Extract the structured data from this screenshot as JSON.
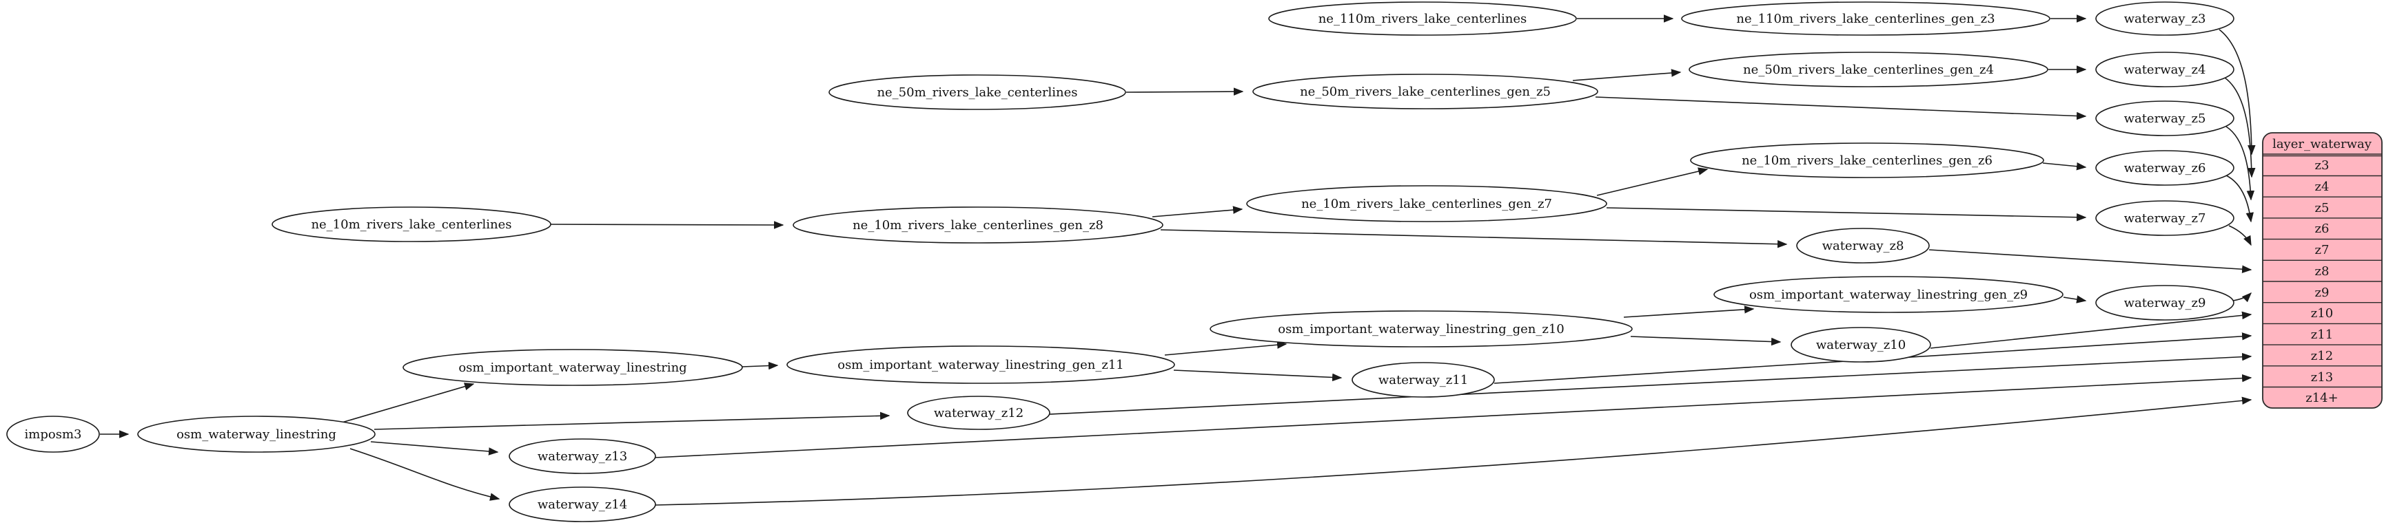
{
  "diagram": {
    "type": "graphviz-dependency-graph",
    "direction": "left-to-right",
    "colors": {
      "background": "#ffffff",
      "node_fill": "#ffffff",
      "node_stroke": "#1a1a1a",
      "edge": "#1a1a1a",
      "record_fill": "#ffb6c1",
      "record_stroke": "#2a2a2a",
      "text": "#111111"
    },
    "nodes": [
      {
        "id": "imposm3",
        "label": "imposm3"
      },
      {
        "id": "osm_waterway_linestring",
        "label": "osm_waterway_linestring"
      },
      {
        "id": "osm_important_waterway_linestring",
        "label": "osm_important_waterway_linestring"
      },
      {
        "id": "osm_important_waterway_linestring_gen_z11",
        "label": "osm_important_waterway_linestring_gen_z11"
      },
      {
        "id": "osm_important_waterway_linestring_gen_z10",
        "label": "osm_important_waterway_linestring_gen_z10"
      },
      {
        "id": "osm_important_waterway_linestring_gen_z9",
        "label": "osm_important_waterway_linestring_gen_z9"
      },
      {
        "id": "ne_110m_rivers_lake_centerlines",
        "label": "ne_110m_rivers_lake_centerlines"
      },
      {
        "id": "ne_110m_rivers_lake_centerlines_gen_z3",
        "label": "ne_110m_rivers_lake_centerlines_gen_z3"
      },
      {
        "id": "ne_50m_rivers_lake_centerlines",
        "label": "ne_50m_rivers_lake_centerlines"
      },
      {
        "id": "ne_50m_rivers_lake_centerlines_gen_z5",
        "label": "ne_50m_rivers_lake_centerlines_gen_z5"
      },
      {
        "id": "ne_50m_rivers_lake_centerlines_gen_z4",
        "label": "ne_50m_rivers_lake_centerlines_gen_z4"
      },
      {
        "id": "ne_10m_rivers_lake_centerlines",
        "label": "ne_10m_rivers_lake_centerlines"
      },
      {
        "id": "ne_10m_rivers_lake_centerlines_gen_z8",
        "label": "ne_10m_rivers_lake_centerlines_gen_z8"
      },
      {
        "id": "ne_10m_rivers_lake_centerlines_gen_z7",
        "label": "ne_10m_rivers_lake_centerlines_gen_z7"
      },
      {
        "id": "ne_10m_rivers_lake_centerlines_gen_z6",
        "label": "ne_10m_rivers_lake_centerlines_gen_z6"
      },
      {
        "id": "waterway_z3",
        "label": "waterway_z3"
      },
      {
        "id": "waterway_z4",
        "label": "waterway_z4"
      },
      {
        "id": "waterway_z5",
        "label": "waterway_z5"
      },
      {
        "id": "waterway_z6",
        "label": "waterway_z6"
      },
      {
        "id": "waterway_z7",
        "label": "waterway_z7"
      },
      {
        "id": "waterway_z8",
        "label": "waterway_z8"
      },
      {
        "id": "waterway_z9",
        "label": "waterway_z9"
      },
      {
        "id": "waterway_z10",
        "label": "waterway_z10"
      },
      {
        "id": "waterway_z11",
        "label": "waterway_z11"
      },
      {
        "id": "waterway_z12",
        "label": "waterway_z12"
      },
      {
        "id": "waterway_z13",
        "label": "waterway_z13"
      },
      {
        "id": "waterway_z14",
        "label": "waterway_z14"
      }
    ],
    "record": {
      "title": "layer_waterway",
      "rows": [
        "z3",
        "z4",
        "z5",
        "z6",
        "z7",
        "z8",
        "z9",
        "z10",
        "z11",
        "z12",
        "z13",
        "z14+"
      ]
    },
    "edges": [
      {
        "from": "imposm3",
        "to": "osm_waterway_linestring"
      },
      {
        "from": "osm_waterway_linestring",
        "to": "osm_important_waterway_linestring"
      },
      {
        "from": "osm_waterway_linestring",
        "to": "waterway_z12"
      },
      {
        "from": "osm_waterway_linestring",
        "to": "waterway_z13"
      },
      {
        "from": "osm_waterway_linestring",
        "to": "waterway_z14"
      },
      {
        "from": "osm_important_waterway_linestring",
        "to": "osm_important_waterway_linestring_gen_z11"
      },
      {
        "from": "osm_important_waterway_linestring_gen_z11",
        "to": "osm_important_waterway_linestring_gen_z10"
      },
      {
        "from": "osm_important_waterway_linestring_gen_z11",
        "to": "waterway_z11"
      },
      {
        "from": "osm_important_waterway_linestring_gen_z10",
        "to": "osm_important_waterway_linestring_gen_z9"
      },
      {
        "from": "osm_important_waterway_linestring_gen_z10",
        "to": "waterway_z10"
      },
      {
        "from": "osm_important_waterway_linestring_gen_z9",
        "to": "waterway_z9"
      },
      {
        "from": "ne_110m_rivers_lake_centerlines",
        "to": "ne_110m_rivers_lake_centerlines_gen_z3"
      },
      {
        "from": "ne_110m_rivers_lake_centerlines_gen_z3",
        "to": "waterway_z3"
      },
      {
        "from": "ne_50m_rivers_lake_centerlines",
        "to": "ne_50m_rivers_lake_centerlines_gen_z5"
      },
      {
        "from": "ne_50m_rivers_lake_centerlines_gen_z5",
        "to": "ne_50m_rivers_lake_centerlines_gen_z4"
      },
      {
        "from": "ne_50m_rivers_lake_centerlines_gen_z5",
        "to": "waterway_z5"
      },
      {
        "from": "ne_50m_rivers_lake_centerlines_gen_z4",
        "to": "waterway_z4"
      },
      {
        "from": "ne_10m_rivers_lake_centerlines",
        "to": "ne_10m_rivers_lake_centerlines_gen_z8"
      },
      {
        "from": "ne_10m_rivers_lake_centerlines_gen_z8",
        "to": "ne_10m_rivers_lake_centerlines_gen_z7"
      },
      {
        "from": "ne_10m_rivers_lake_centerlines_gen_z8",
        "to": "waterway_z8"
      },
      {
        "from": "ne_10m_rivers_lake_centerlines_gen_z7",
        "to": "ne_10m_rivers_lake_centerlines_gen_z6"
      },
      {
        "from": "ne_10m_rivers_lake_centerlines_gen_z7",
        "to": "waterway_z7"
      },
      {
        "from": "ne_10m_rivers_lake_centerlines_gen_z6",
        "to": "waterway_z6"
      },
      {
        "from": "waterway_z3",
        "to": "layer_waterway",
        "to_port": "z3"
      },
      {
        "from": "waterway_z4",
        "to": "layer_waterway",
        "to_port": "z4"
      },
      {
        "from": "waterway_z5",
        "to": "layer_waterway",
        "to_port": "z5"
      },
      {
        "from": "waterway_z6",
        "to": "layer_waterway",
        "to_port": "z6"
      },
      {
        "from": "waterway_z7",
        "to": "layer_waterway",
        "to_port": "z7"
      },
      {
        "from": "waterway_z8",
        "to": "layer_waterway",
        "to_port": "z8"
      },
      {
        "from": "waterway_z9",
        "to": "layer_waterway",
        "to_port": "z9"
      },
      {
        "from": "waterway_z10",
        "to": "layer_waterway",
        "to_port": "z10"
      },
      {
        "from": "waterway_z11",
        "to": "layer_waterway",
        "to_port": "z11"
      },
      {
        "from": "waterway_z12",
        "to": "layer_waterway",
        "to_port": "z12"
      },
      {
        "from": "waterway_z13",
        "to": "layer_waterway",
        "to_port": "z13"
      },
      {
        "from": "waterway_z14",
        "to": "layer_waterway",
        "to_port": "z14+"
      }
    ]
  }
}
